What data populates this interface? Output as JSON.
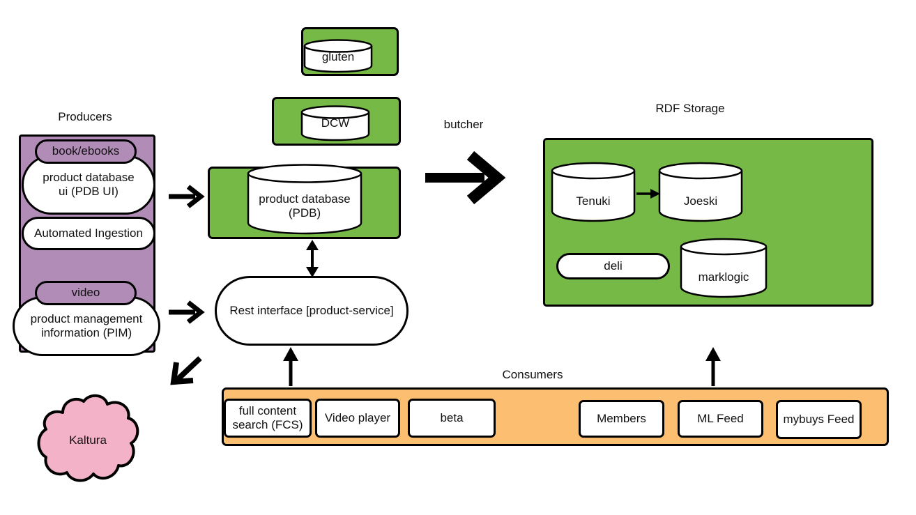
{
  "diagram": {
    "title_producers": "Producers",
    "title_rdf_storage": "RDF Storage",
    "title_consumers": "Consumers",
    "label_butcher": "butcher",
    "colors": {
      "green": "#76b947",
      "purple": "#b08cb7",
      "orange": "#fcbf72",
      "pink": "#f4b2c8",
      "stroke": "#000000",
      "white": "#ffffff"
    }
  },
  "producers": {
    "group_label": "Producers",
    "items": [
      {
        "name": "book/ebooks",
        "shape": "pill-purple"
      },
      {
        "name": "product database ui (PDB UI)",
        "line1": "product database",
        "line2": "ui (PDB UI)",
        "shape": "pill-white"
      },
      {
        "name": "Automated Ingestion",
        "shape": "pill-white"
      },
      {
        "name": "video",
        "shape": "pill-purple"
      },
      {
        "name": "product management information (PIM)",
        "line1": "product management",
        "line2": "information (PIM)",
        "shape": "pill-white"
      }
    ]
  },
  "middle_stores": [
    {
      "name": "gluten",
      "shape": "cylinder-in-green-box"
    },
    {
      "name": "DCW",
      "shape": "cylinder-in-green-box"
    },
    {
      "name": "product database (PDB)",
      "line1": "product database",
      "line2": "(PDB)",
      "shape": "cylinder-in-green-box"
    }
  ],
  "service": {
    "name": "Rest interface [product-service]"
  },
  "rdf_storage": {
    "group_label": "RDF Storage",
    "items": [
      {
        "name": "Tenuki",
        "shape": "cylinder"
      },
      {
        "name": "Joeski",
        "shape": "cylinder"
      },
      {
        "name": "deli",
        "shape": "pill"
      },
      {
        "name": "marklogic",
        "shape": "cylinder"
      }
    ]
  },
  "consumers": {
    "group_label": "Consumers",
    "items": [
      {
        "name": "full content search (FCS)",
        "line1": "full content",
        "line2": "search (FCS)"
      },
      {
        "name": "Video player",
        "line1": "Video player",
        "line2": ""
      },
      {
        "name": "beta",
        "line1": "beta",
        "line2": ""
      },
      {
        "name": "Members",
        "line1": "Members",
        "line2": ""
      },
      {
        "name": "ML Feed",
        "line1": "ML Feed",
        "line2": ""
      },
      {
        "name": "mybuys Feed",
        "line1": "mybuys Feed",
        "line2": ""
      }
    ]
  },
  "external": {
    "kaltura": "Kaltura"
  },
  "arrows": [
    {
      "name": "producers-to-pdb",
      "direction": "right"
    },
    {
      "name": "producers-pim-to-rest",
      "direction": "right"
    },
    {
      "name": "pdb-to-rdf-butcher",
      "direction": "right",
      "label": "butcher"
    },
    {
      "name": "pdb-rest-bidirectional",
      "direction": "up-down"
    },
    {
      "name": "consumers-to-rest",
      "direction": "up"
    },
    {
      "name": "consumers-to-rdf",
      "direction": "up"
    },
    {
      "name": "rest-to-kaltura",
      "direction": "down-left"
    },
    {
      "name": "tenuki-to-joeski",
      "direction": "right"
    }
  ]
}
